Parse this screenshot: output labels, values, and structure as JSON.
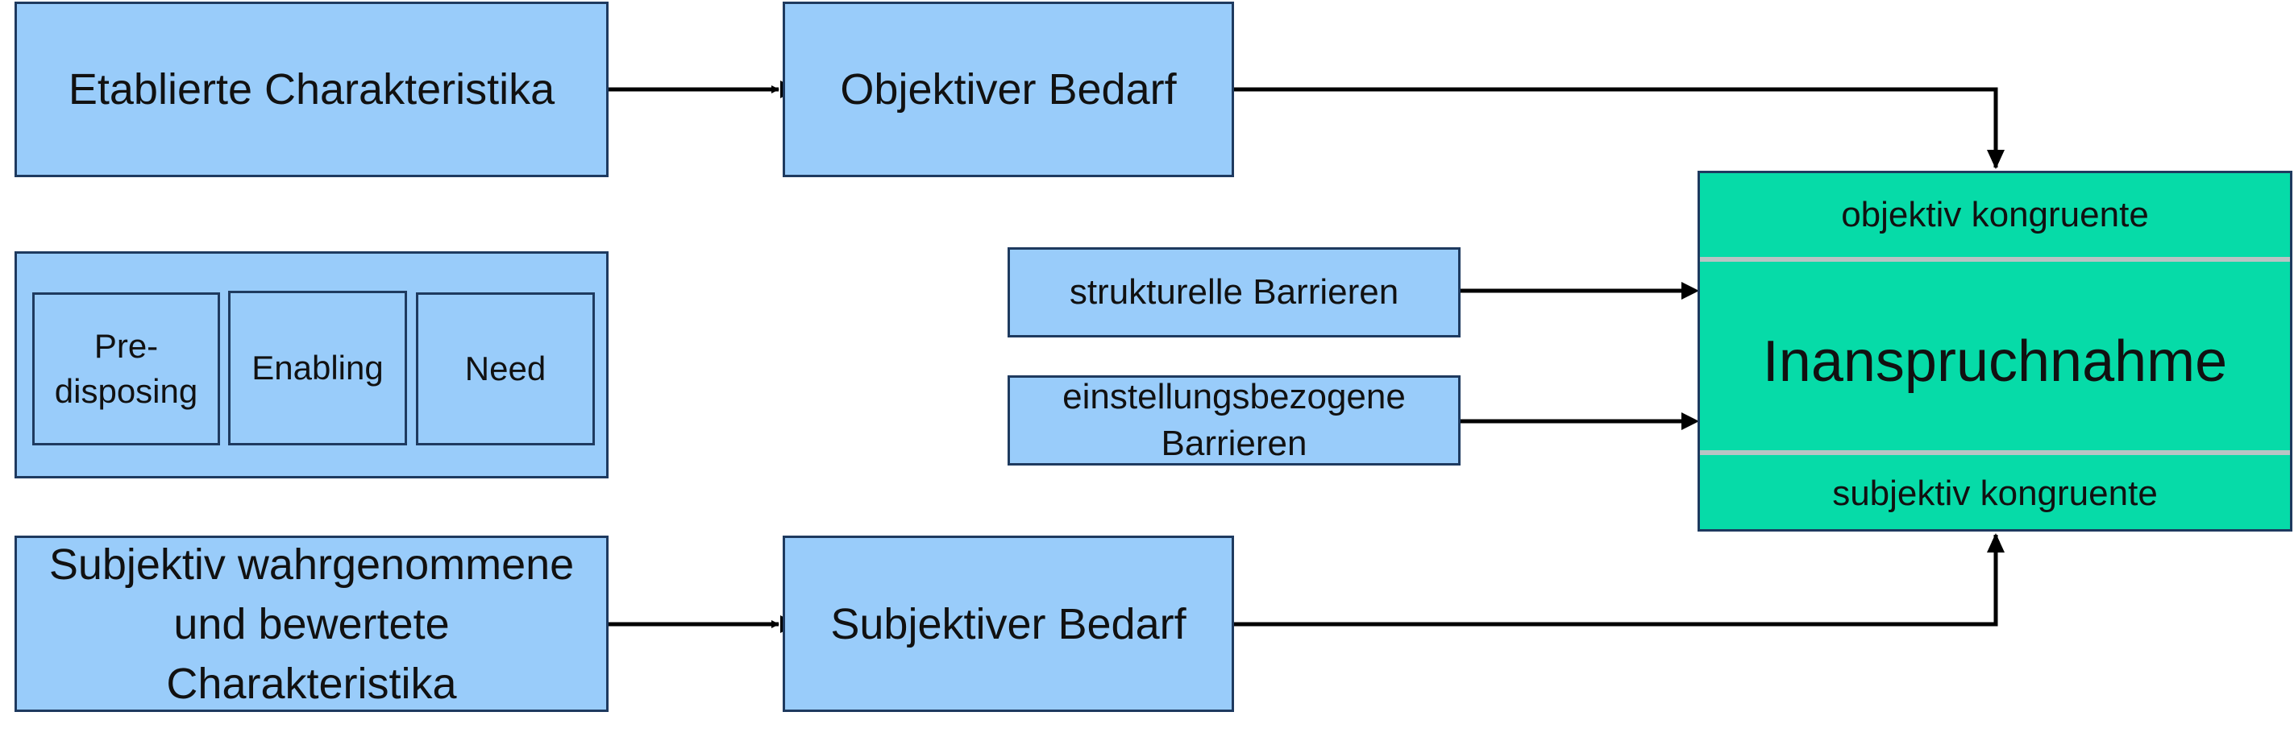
{
  "diagram": {
    "nodes": {
      "etablierte": "Etablierte Charakteristika",
      "objektiver": "Objektiver Bedarf",
      "subjektiv_wahr": "Subjektiv wahrgenommene\nund bewertete\nCharakteristika",
      "subjektiver": "Subjektiver Bedarf",
      "strukturelle": "strukturelle Barrieren",
      "einstellungs": "einstellungsbezogene\nBarrieren"
    },
    "groups": {
      "predisposing": "Pre-\ndisposing",
      "enabling": "Enabling",
      "need": "Need"
    },
    "target": {
      "title": "Inanspruchnahme",
      "top_label": "objektiv kongruente",
      "bottom_label": "subjektiv kongruente"
    },
    "colors": {
      "box_fill": "#99ccfa",
      "box_border": "#1e3a5f",
      "target_fill": "#06dba8",
      "arrow": "#000000"
    }
  }
}
